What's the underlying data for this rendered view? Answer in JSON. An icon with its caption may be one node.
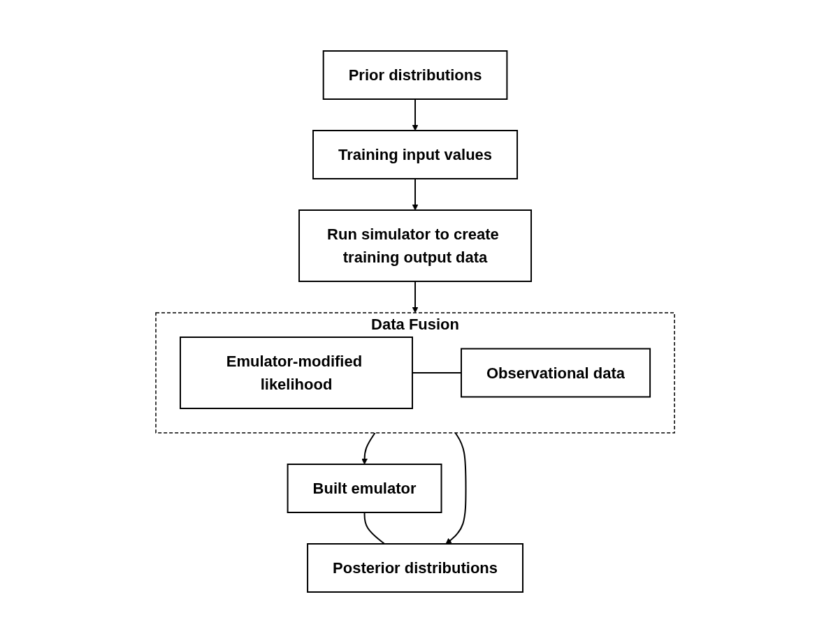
{
  "diagram": {
    "nodes": [
      {
        "text": [
          "Prior distributions"
        ]
      },
      {
        "text": [
          "Training input values"
        ]
      },
      {
        "text": [
          "Run simulator to create training output data"
        ]
      },
      {
        "text": [
          "Data Fusion"
        ]
      },
      {
        "text": [
          "Emulator-modified likelihood"
        ],
        "in": 3
      },
      {
        "text": [
          "Observational data"
        ],
        "in": 3
      },
      {
        "text": [
          "Built emulator"
        ]
      },
      {
        "text": [
          "Posterior distributions"
        ]
      }
    ],
    "edges": [
      {
        "from": 0,
        "to": 1,
        "arrow": "to"
      },
      {
        "from": 1,
        "to": 2,
        "arrow": "to"
      },
      {
        "from": 2,
        "to": 3,
        "arrow": "to"
      },
      {
        "from": 4,
        "to": 5,
        "arrow": "none"
      },
      {
        "from": 3,
        "to": 6,
        "arrow": "to"
      },
      {
        "from": 3,
        "to": 7,
        "arrow": "to"
      },
      {
        "from": 6,
        "to": 7,
        "arrow": "none"
      }
    ]
  }
}
